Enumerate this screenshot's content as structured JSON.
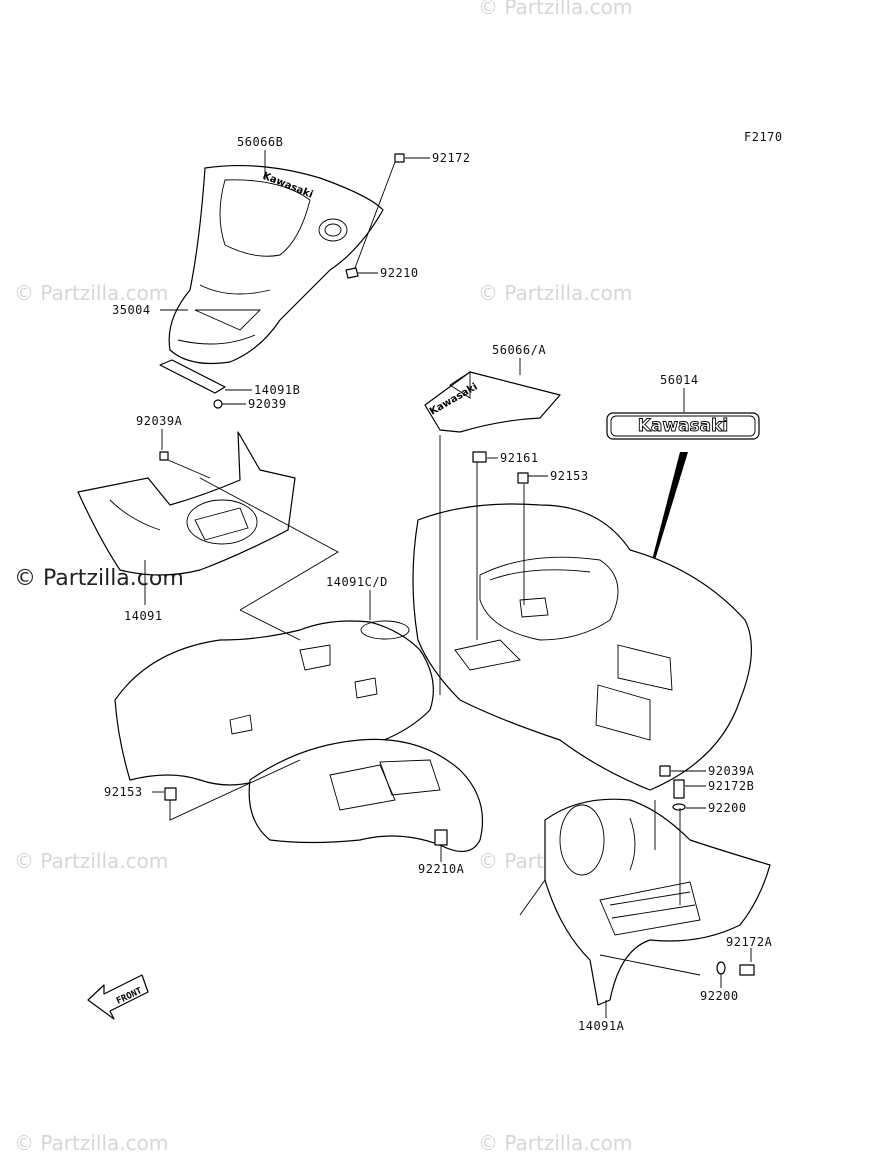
{
  "figure_code": "F2170",
  "watermark": "© Partzilla.com",
  "logo_text": "Kawasaki",
  "front_label": "FRONT",
  "parts": {
    "p56066B": "56066B",
    "p92172": "92172",
    "p92210": "92210",
    "p35004": "35004",
    "p14091B": "14091B",
    "p92039": "92039",
    "p56066A": "56066/A",
    "p56014": "56014",
    "p92039A_top": "92039A",
    "p92161": "92161",
    "p92153_top": "92153",
    "p14091CD": "14091C/D",
    "p14091": "14091",
    "p92153_left": "92153",
    "p92039A_right": "92039A",
    "p92172B": "92172B",
    "p92200_right": "92200",
    "p92210A": "92210A",
    "p92172A": "92172A",
    "p92200_bottom": "92200",
    "p14091A": "14091A"
  }
}
